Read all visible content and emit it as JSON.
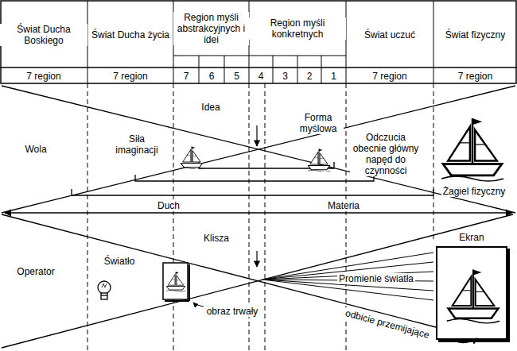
{
  "diagram": {
    "nodes": [
      {
        "text": [
          "Ekran"
        ]
      }
    ],
    "labels": [
      "Świat Ducha Boskiego",
      "Świat Ducha życia",
      "Region myśli abstrakcyjnych i idei",
      "Region myśli konkretnych",
      "Świat uczuć",
      "Świat fizyczny",
      "7 region",
      "7 region",
      "7",
      "6",
      "5",
      "4",
      "3",
      "2",
      "1",
      "7 region",
      "7 region",
      "Idea",
      "Wola",
      "Siła imaginacji",
      "Forma myślowa",
      "Odczucia obecnie główny napęd do czynności",
      "Żagiel fizyczny",
      "Duch",
      "Materia",
      "Klisza",
      "Operator",
      "Światło",
      "Promienie światła",
      "obraz trwały",
      "odbicie przemijające"
    ]
  }
}
